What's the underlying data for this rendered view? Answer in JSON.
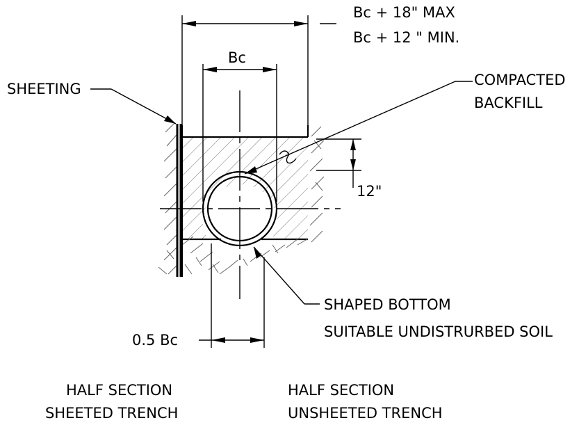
{
  "labels": {
    "dim_max": "Bc  +  18\"  MAX",
    "dim_min": "Bc  +  12  \"  MIN.",
    "bc": "Bc",
    "sheeting": "SHEETING",
    "compacted_1": "COMPACTED",
    "compacted_2": "BACKFILL",
    "twelve": "12\"",
    "shaped_1": "SHAPED  BOTTOM",
    "shaped_2": "SUITABLE  UNDISTRURBED  SOIL",
    "half_bc": "0.5  Bc",
    "left_title_1": "HALF  SECTION",
    "left_title_2": "SHEETED  TRENCH",
    "right_title_1": "HALF  SECTION",
    "right_title_2": "UNSHEETED  TRENCH"
  },
  "colors": {
    "line": "#000000",
    "hatch": "#666666",
    "background": "#ffffff"
  }
}
